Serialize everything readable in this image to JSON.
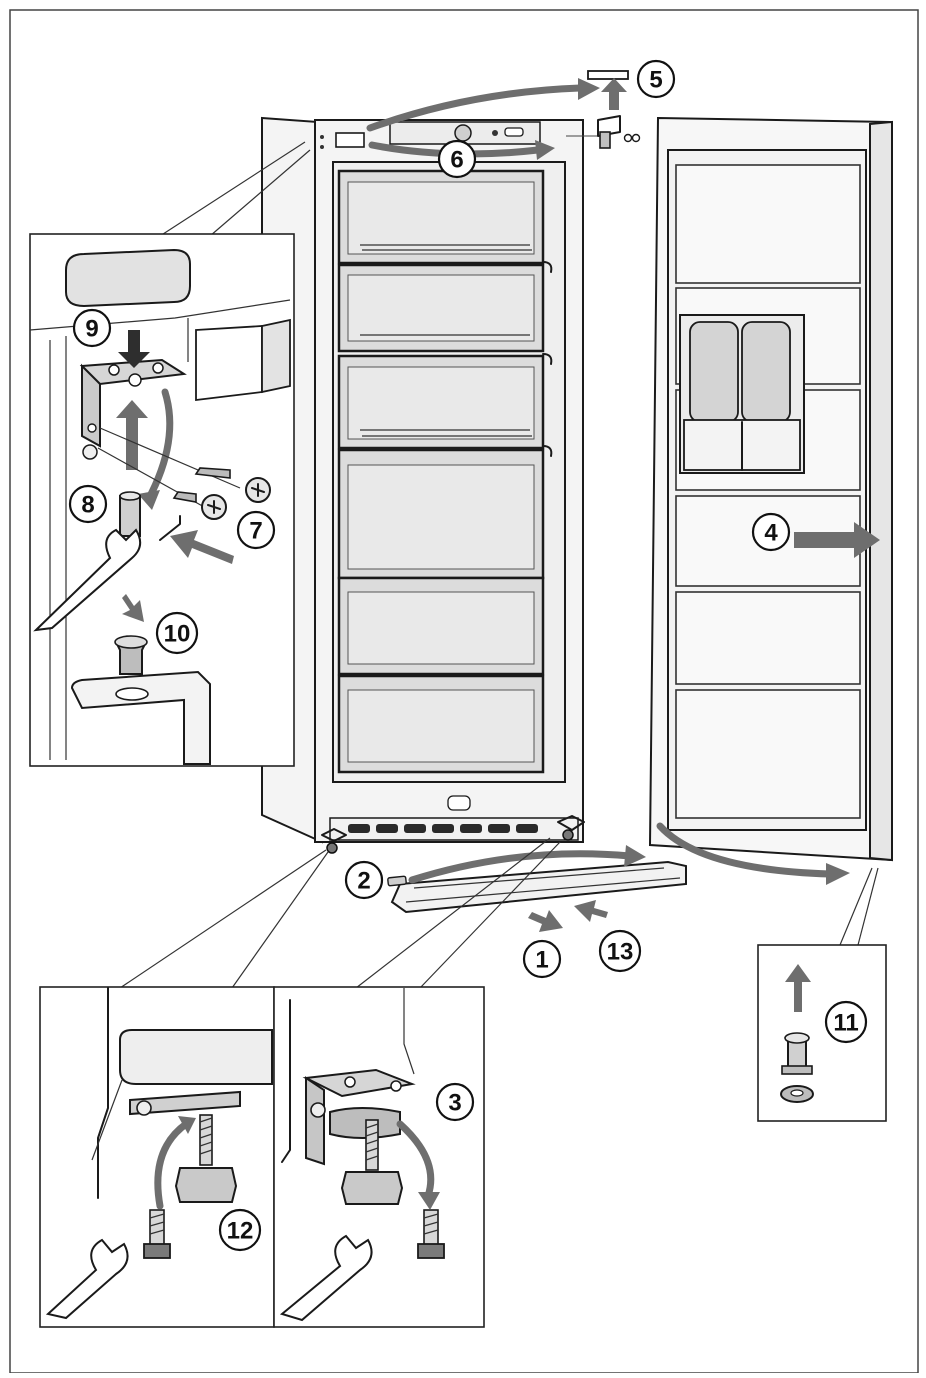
{
  "steps": {
    "s1": "1",
    "s2": "2",
    "s3": "3",
    "s4": "4",
    "s5": "5",
    "s6": "6",
    "s7": "7",
    "s8": "8",
    "s9": "9",
    "s10": "10",
    "s11": "11",
    "s12": "12",
    "s13": "13"
  },
  "colors": {
    "line": "#1a1a1a",
    "arrow": "#6e6e6e",
    "drawer": "#dcdcdc",
    "background": "#ffffff"
  }
}
